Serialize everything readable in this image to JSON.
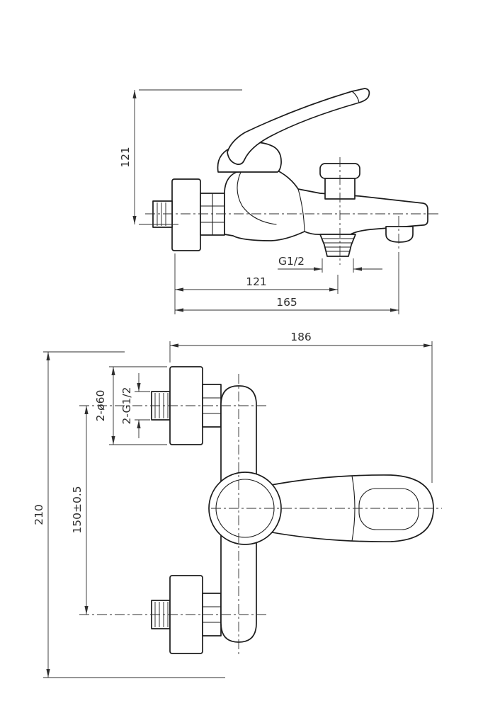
{
  "colors": {
    "line": "#1c1c1c",
    "dim": "#2e2e2e",
    "background": "#ffffff"
  },
  "side_view": {
    "height_label": "121",
    "thread_label": "G1/2",
    "spout_offset_label": "121",
    "length_label": "165"
  },
  "front_view": {
    "width_label": "186",
    "flange_label": "2-ø60",
    "thread_label": "2-G1/2",
    "height_label": "210",
    "spacing_label": "150±0.5"
  }
}
